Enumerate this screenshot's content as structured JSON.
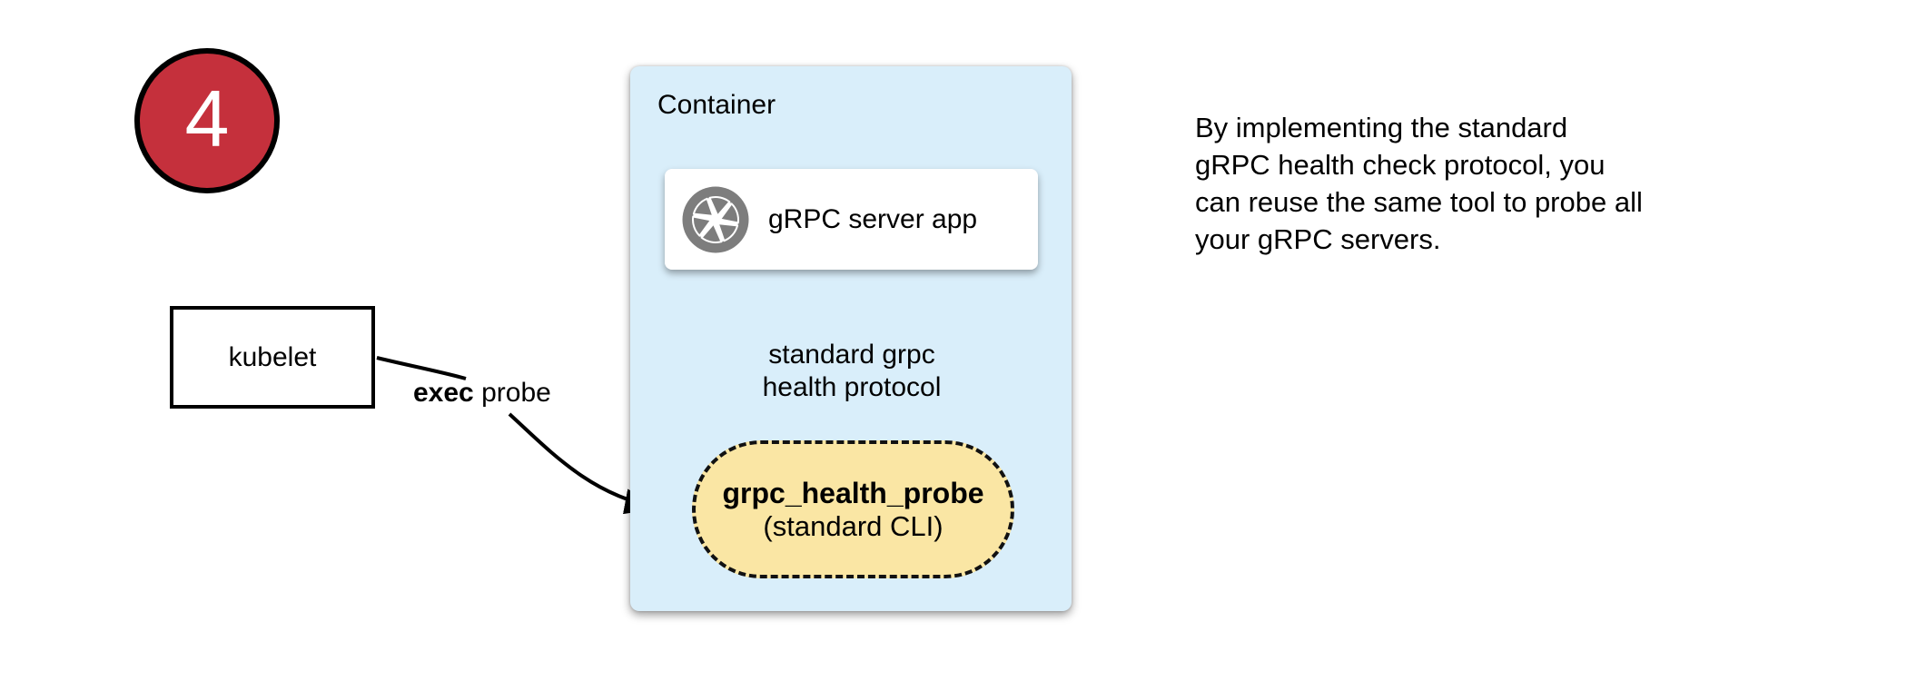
{
  "step_badge": {
    "number": "4"
  },
  "actors": {
    "kubelet_label": "kubelet",
    "exec_probe_bold": "exec",
    "exec_probe_rest": " probe"
  },
  "container": {
    "title": "Container",
    "server_app_label": "gRPC server app",
    "server_app_icon": "aperture-icon",
    "protocol_label_line1": "standard grpc",
    "protocol_label_line2": "health protocol",
    "probe_name": "grpc_health_probe",
    "probe_subtitle": "(standard CLI)"
  },
  "note": {
    "lines": [
      "By implementing the standard",
      "gRPC health check protocol, you",
      "can reuse the same tool to probe all",
      "your gRPC servers."
    ]
  },
  "colors": {
    "badge_red": "#c5303c",
    "container_blue": "#d9eefa",
    "probe_yellow": "#fae6a4",
    "icon_gray": "#7d7d7d",
    "line_black": "#000000"
  }
}
